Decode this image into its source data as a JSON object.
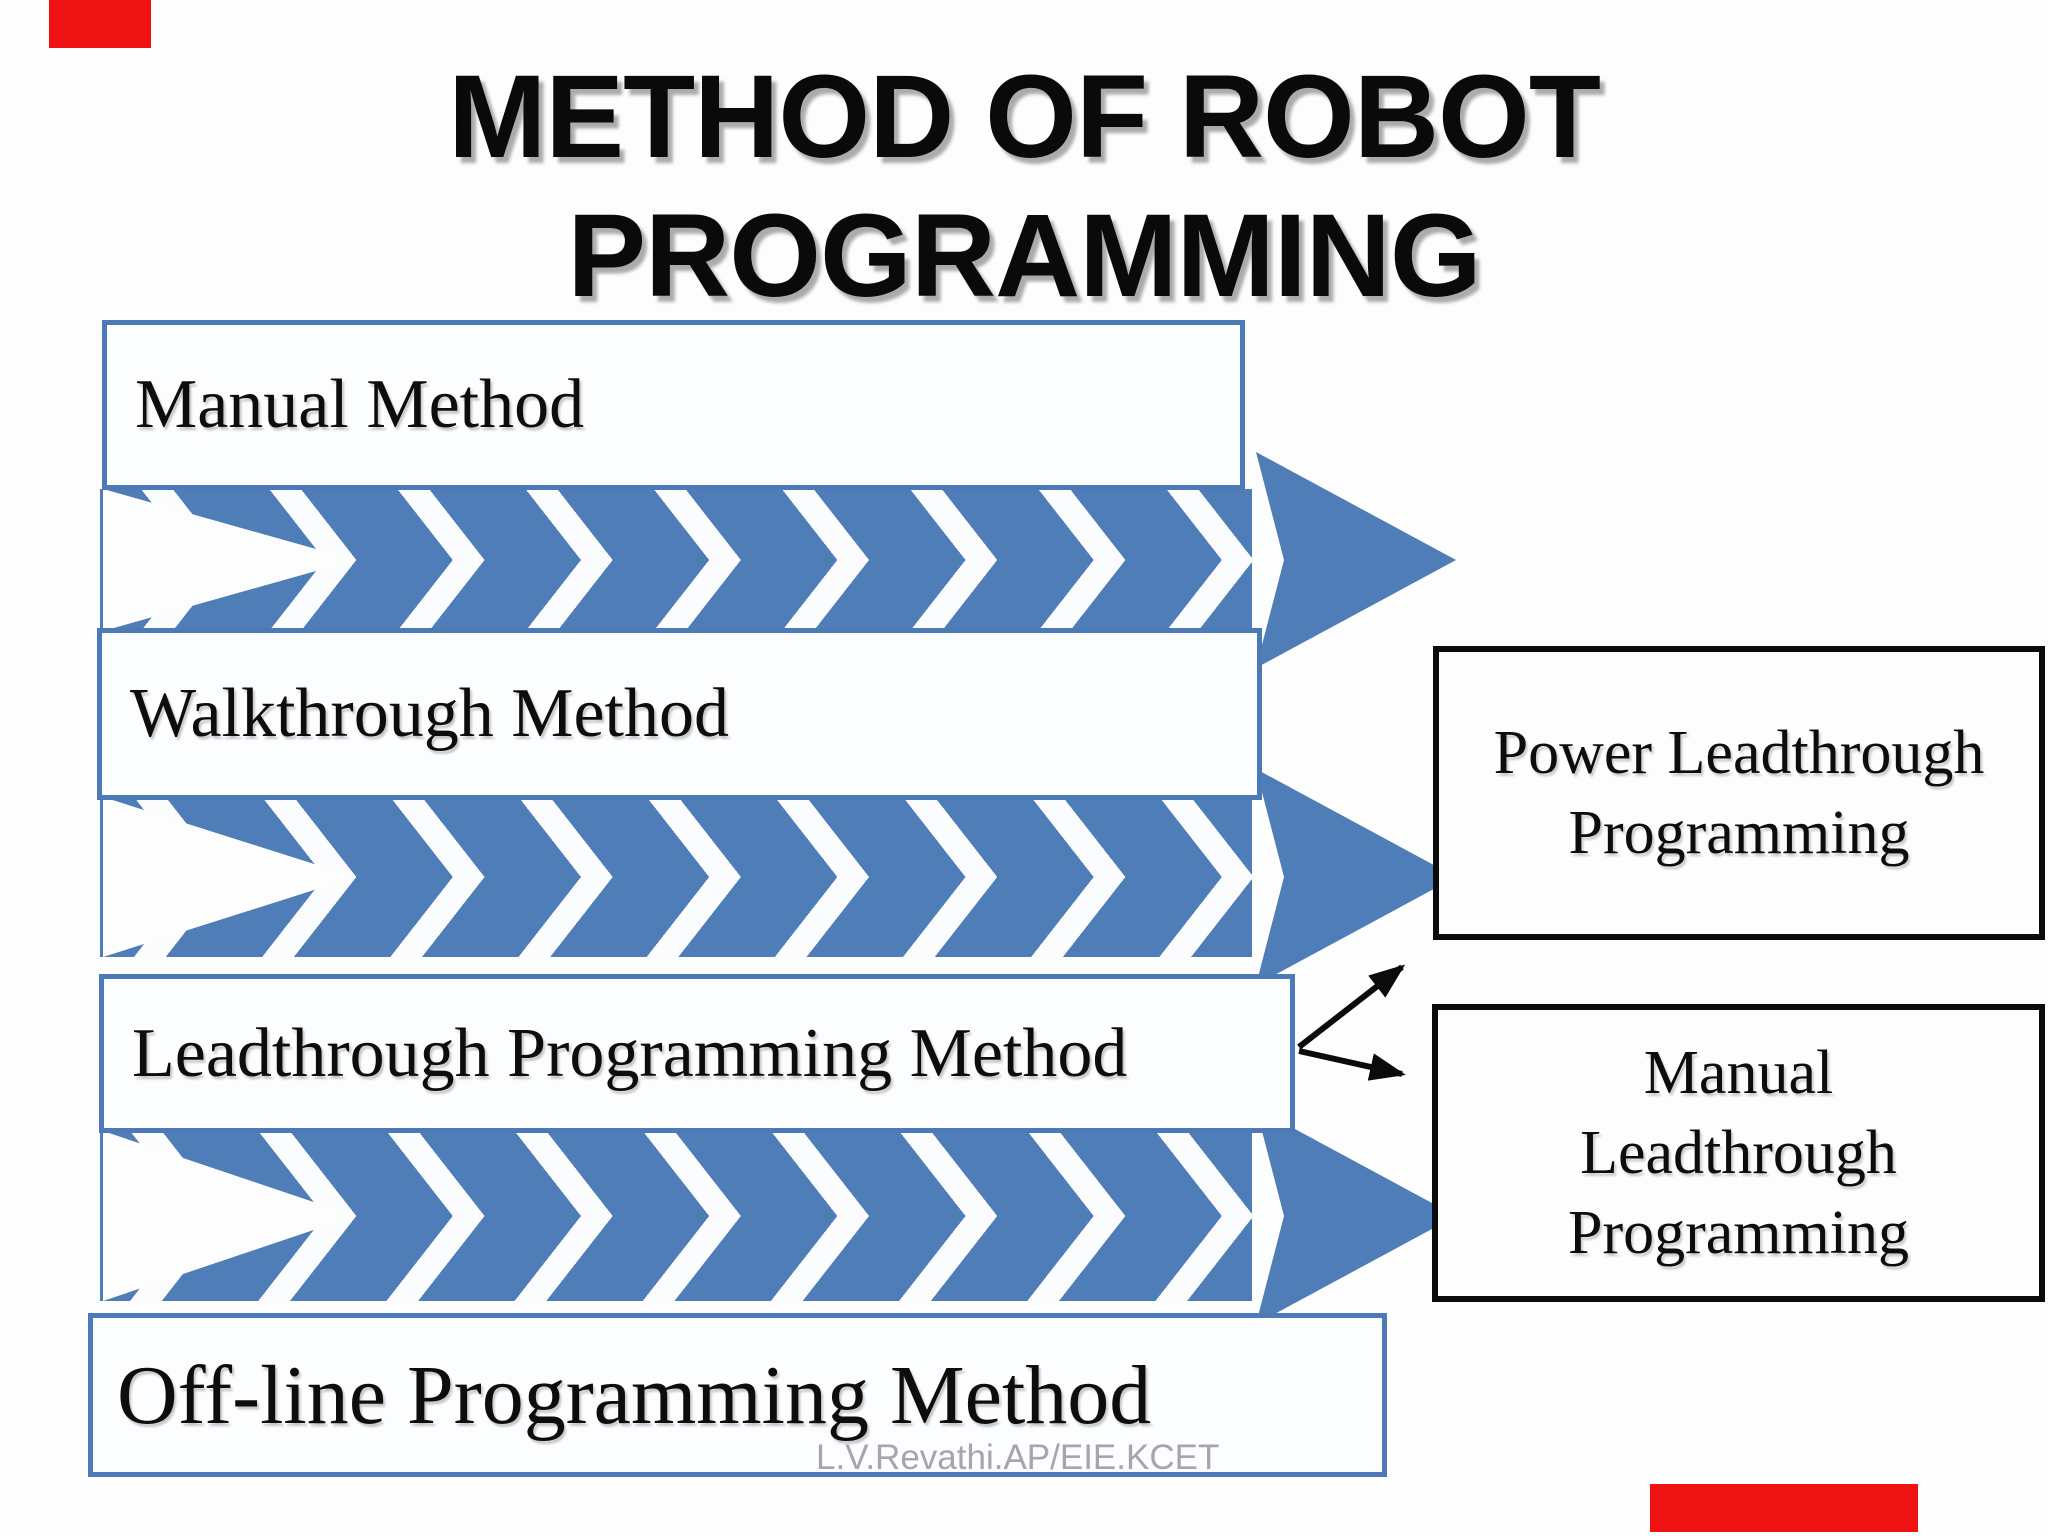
{
  "title": {
    "line1": "METHOD OF ROBOT",
    "line2": "PROGRAMMING"
  },
  "process_boxes": [
    {
      "label": "Manual Method"
    },
    {
      "label": "Walkthrough Method"
    },
    {
      "label": "Leadthrough Programming Method"
    },
    {
      "label": "Off-line Programming Method"
    }
  ],
  "sub_boxes": [
    {
      "label": "Power Leadthrough Programming"
    },
    {
      "label": "Manual Leadthrough Programming"
    }
  ],
  "footer": {
    "credit": "L.V.Revathi.AP/EIE.KCET"
  },
  "colors": {
    "chevron_blue": "#4e7db7",
    "process_box_border": "#4d7ab6",
    "sub_box_border": "#0b0b0b",
    "title_text": "#0a0a0a",
    "body_text": "#0d0d0d",
    "footer_gray": "#a5a5aa",
    "redaction_red": "#ee1212",
    "background": "#fdfdfe"
  }
}
